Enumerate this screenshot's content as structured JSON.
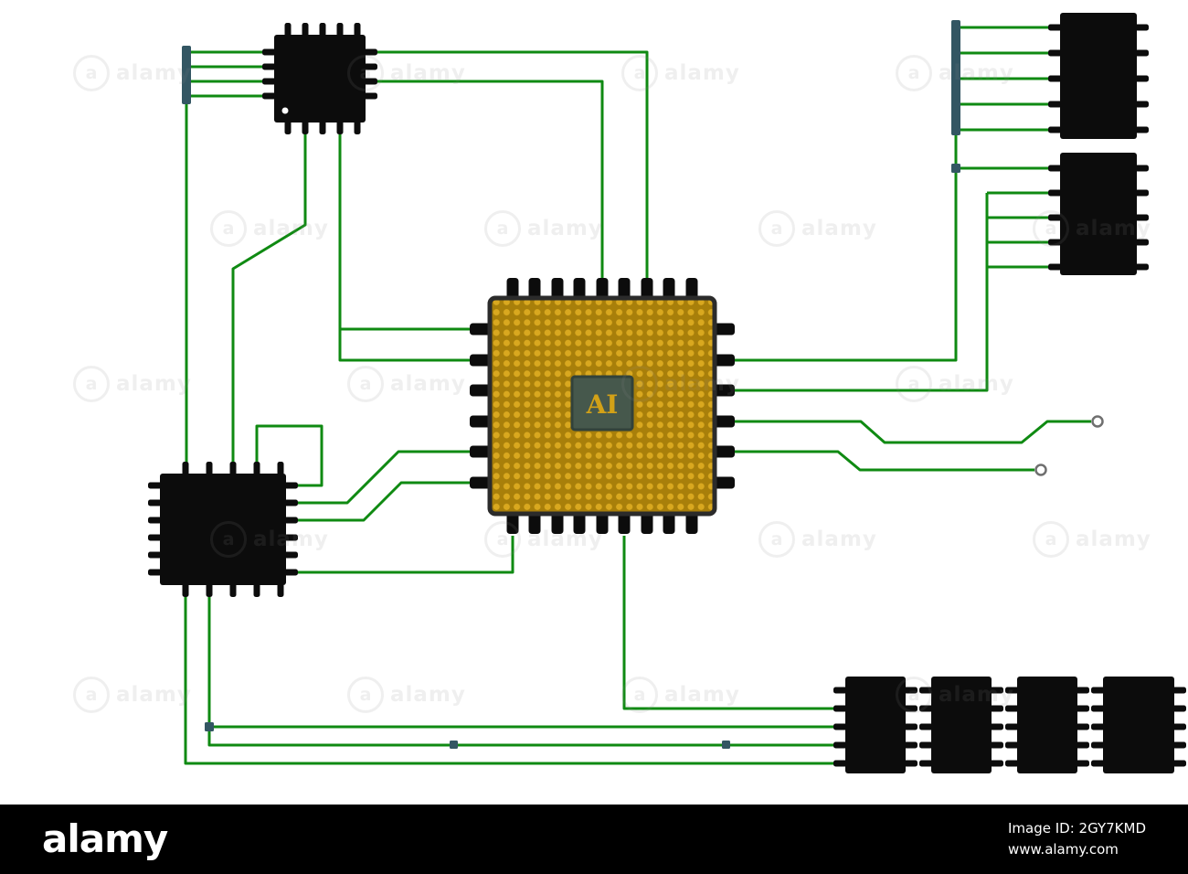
{
  "cpu": {
    "label": "AI"
  },
  "watermark": {
    "text": "alamy"
  },
  "footer": {
    "brand": "alamy",
    "image_id": "Image ID: 2GY7KMD",
    "website": "www.alamy.com"
  },
  "colors": {
    "trace": "#0f8a12",
    "chip_body": "#0c0c0c",
    "cpu_base": "#a87f0a",
    "cpu_dot": "#d9a81f",
    "cpu_rim": "#2b2b2b",
    "core_fill": "#46584c",
    "core_stroke": "#32423a",
    "core_text": "#d2a117",
    "bus": "#335663",
    "terminal_stroke": "#6f6f6f",
    "chip_marker": "#ffffff",
    "footer_bg": "#000000",
    "footer_text": "#ffffff"
  },
  "components": {
    "cpu": "ai-processor-chip",
    "top_left": "ic-chip-top-left",
    "left": "ic-chip-left",
    "right_top": "ic-chip-right-top",
    "right_second": "ic-chip-right-second",
    "bottom_row": [
      "ic-chip-bottom-1",
      "ic-chip-bottom-2",
      "ic-chip-bottom-3",
      "ic-chip-bottom-4"
    ]
  }
}
